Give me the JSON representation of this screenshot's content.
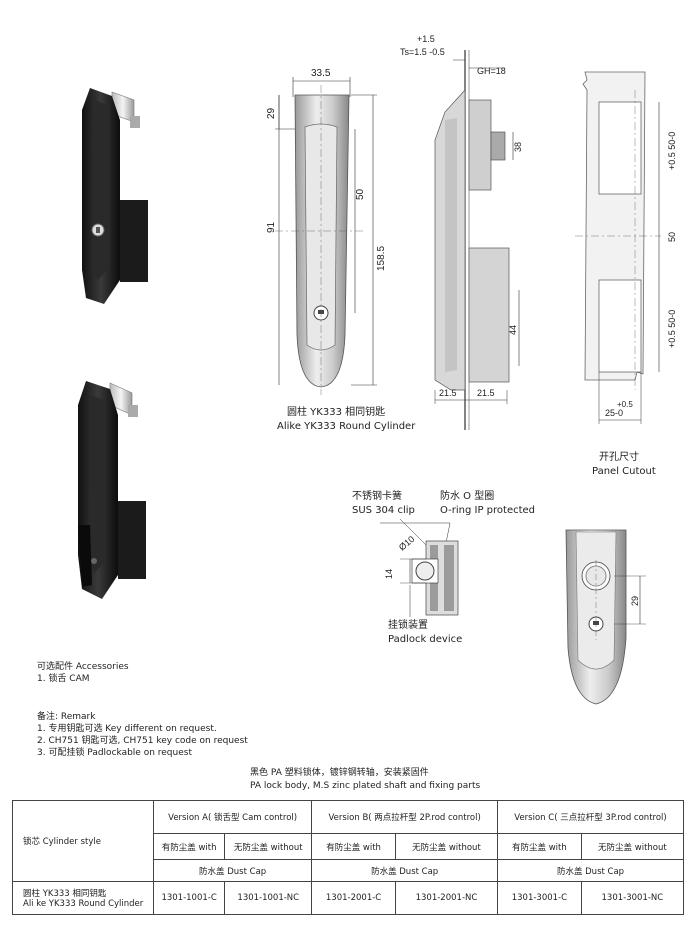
{
  "dims": {
    "d335": "33.5",
    "d29": "29",
    "d91": "91",
    "d50": "50",
    "d1585": "158.5",
    "plus15": "+1.5",
    "ts": "Ts=1.5 -0.5",
    "gh": "GH=18",
    "d38": "38",
    "d44": "44",
    "d215a": "21.5",
    "d215b": "21.5",
    "cut1": "+0.5 50-0",
    "cut50": "50",
    "cut2": "+0.5 50-0",
    "cut25a": "+0.5",
    "cut25b": "25-0",
    "phi10": "Ø10",
    "d14": "14",
    "d29b": "29"
  },
  "labels": {
    "cyl_cn": "圆柱 YK333 相同钥匙",
    "cyl_en": "Alike YK333 Round Cylinder",
    "cutout_cn": "开孔尺寸",
    "cutout_en": "Panel Cutout",
    "clip_cn": "不锈钢卡簧",
    "clip_en": "SUS 304 clip",
    "oring_cn": "防水 O 型圈",
    "oring_en": "O-ring IP protected",
    "padlock_cn": "挂锁装置",
    "padlock_en": "Padlock device"
  },
  "notes": {
    "acc_title": "可选配件 Accessories",
    "acc_1": "1. 锁舌      CAM",
    "remark_title": "备注: Remark",
    "remark_1": "1. 专用钥匙可选 Key different on request.",
    "remark_2": "2. CH751 钥匙可选, CH751 key code on request",
    "remark_3": "3. 可配挂锁    Padlockable on request",
    "material_cn": "黑色 PA 塑料锁体，镀锌钢转轴，安装紧固件",
    "material_en": "PA lock body, M.S zinc plated shaft and fixing parts"
  },
  "table": {
    "row_head": "锁芯 Cylinder style",
    "versions": [
      "Version A( 锁舌型 Cam control)",
      "Version B( 两点拉杆型 2P.rod control)",
      "Version C( 三点拉杆型 3P.rod control)"
    ],
    "with_label": "有防尘盖 with",
    "without_label": "无防尘盖 without",
    "dust_cap": "防水盖 Dust Cap",
    "cyl_cn": "圆柱 YK333 相同钥匙",
    "cyl_en": "Ali ke YK333 Round Cylinder",
    "codes": [
      "1301-1001-C",
      "1301-1001-NC",
      "1301-2001-C",
      "1301-2001-NC",
      "1301-3001-C",
      "1301-3001-NC"
    ]
  }
}
